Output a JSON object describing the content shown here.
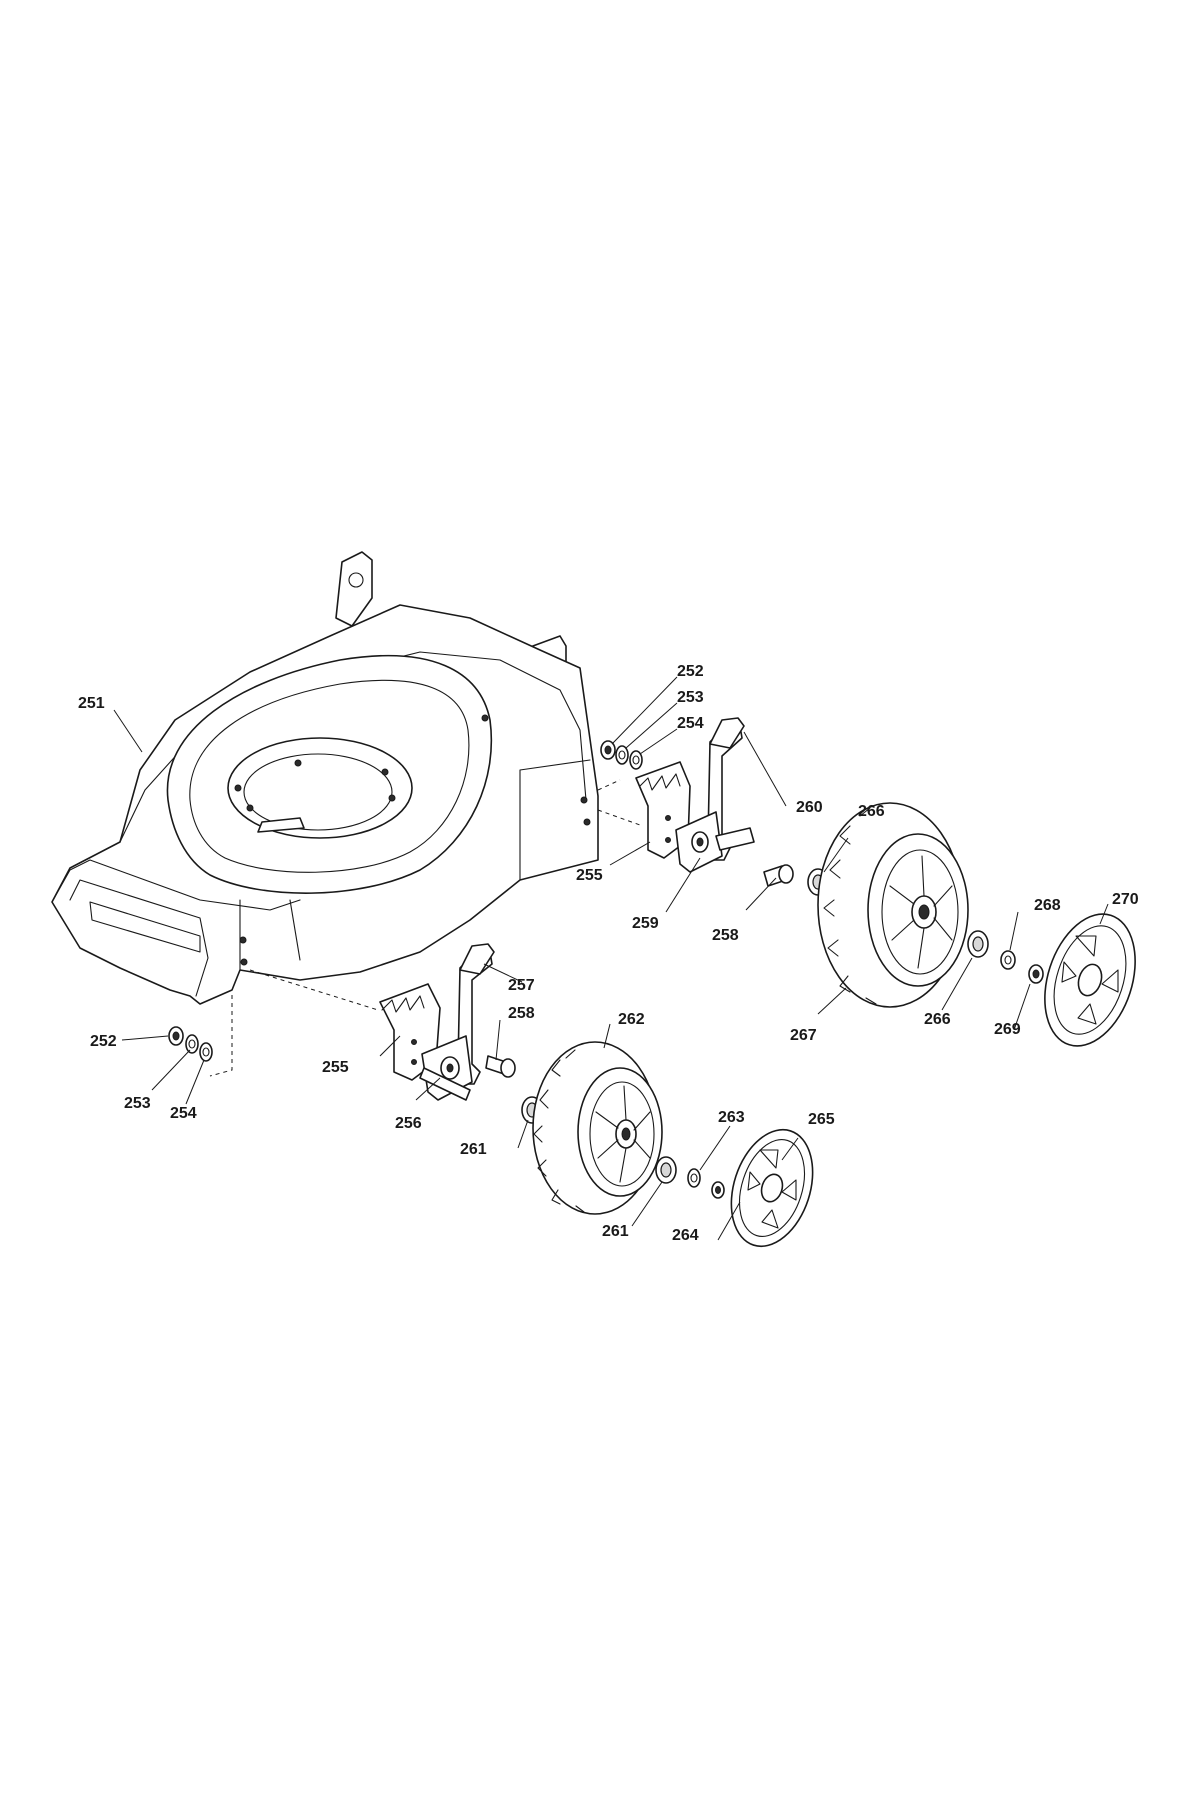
{
  "labels": {
    "l251": "251",
    "l252a": "252",
    "l253a": "253",
    "l254a": "254",
    "l252b": "252",
    "l253b": "253",
    "l254b": "254",
    "l255a": "255",
    "l255b": "255",
    "l256": "256",
    "l257": "257",
    "l258a": "258",
    "l258b": "258",
    "l259": "259",
    "l260": "260",
    "l261a": "261",
    "l261b": "261",
    "l262": "262",
    "l263": "263",
    "l264": "264",
    "l265": "265",
    "l266a": "266",
    "l266b": "266",
    "l267": "267",
    "l268": "268",
    "l269": "269",
    "l270": "270"
  }
}
